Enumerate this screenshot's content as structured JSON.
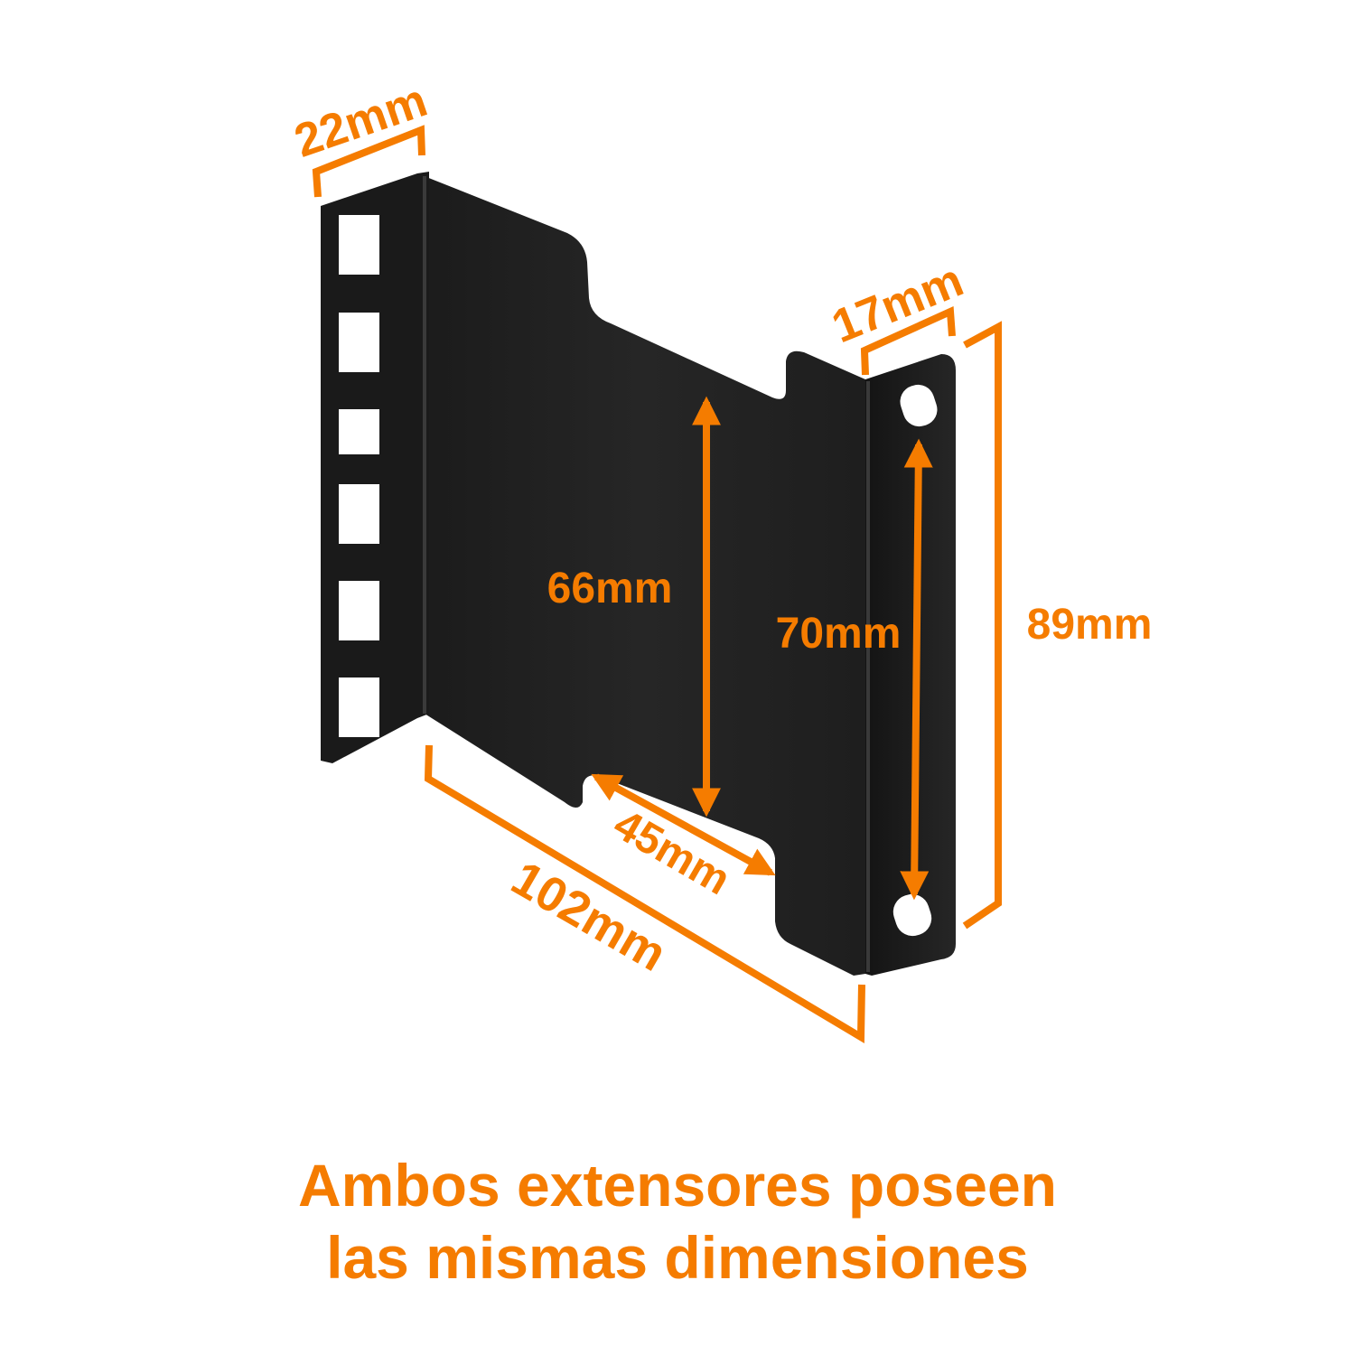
{
  "colors": {
    "accent": "#f57c00",
    "metal": "#222222",
    "background": "#ffffff"
  },
  "dimensions": {
    "flange_width": "22mm",
    "ear_width": "17mm",
    "body_height": "66mm",
    "ear_hole_spacing": "70mm",
    "total_height": "89mm",
    "notch_length": "45mm",
    "total_length": "102mm"
  },
  "caption": {
    "line1": "Ambos extensores poseen",
    "line2": "las mismas dimensiones"
  }
}
